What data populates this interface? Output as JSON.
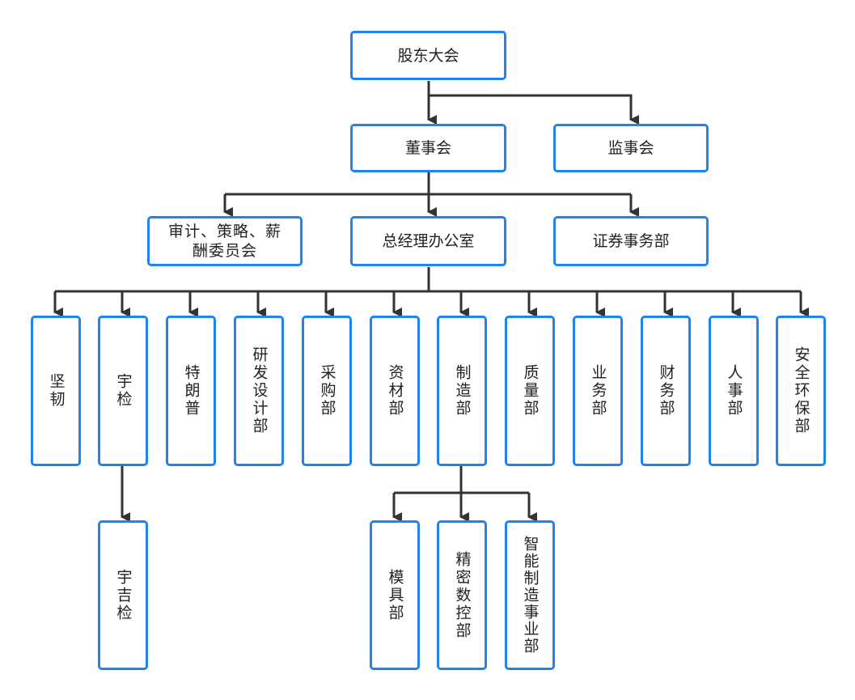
{
  "nodes": {
    "shareholders": "股东大会",
    "board": "董事会",
    "supervisors": "监事会",
    "audit_committee": "审计、策略、薪酬委员会",
    "gm_office": "总经理办公室",
    "securities": "证券事务部",
    "jianren": "坚韧",
    "yujian": "宇检",
    "yujijian": "宇吉检",
    "telangpu": "特朗普",
    "rd": "研发设计部",
    "purchasing": "采购部",
    "materials": "资材部",
    "manufacturing": "制造部",
    "quality": "质量部",
    "business": "业务部",
    "finance": "财务部",
    "hr": "人事部",
    "safety_env": "安全环保部",
    "mold": "模具部",
    "cnc": "精密数控部",
    "smart_mfg": "智能制造事业部"
  },
  "colors": {
    "box_border": "#1E82F0",
    "line": "#333333",
    "text": "#222222"
  }
}
